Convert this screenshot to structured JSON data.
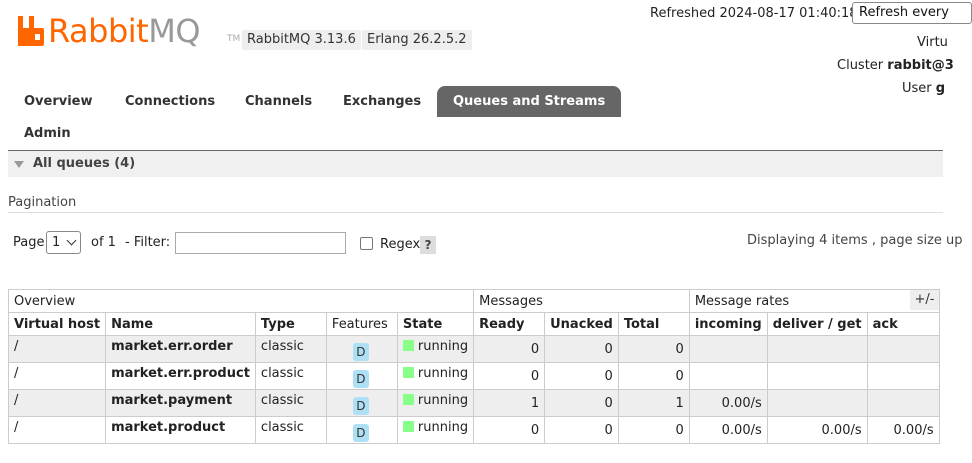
{
  "brand": {
    "name_part1": "Rabbit",
    "name_part2": "MQ",
    "tm": "TM",
    "color": "#ff6600"
  },
  "versions": {
    "rabbitmq": "RabbitMQ 3.13.6",
    "erlang": "Erlang 26.2.5.2"
  },
  "status": {
    "refreshed": "Refreshed 2024-08-17 01:40:18",
    "refresh_button": "Refresh every",
    "virtual_host_label": "Virtu",
    "cluster_label": "Cluster",
    "cluster_name": "rabbit@3",
    "user_label": "User",
    "user_name": "g"
  },
  "tabs": [
    "Overview",
    "Connections",
    "Channels",
    "Exchanges",
    "Queues and Streams",
    "Admin"
  ],
  "active_tab": "Queues and Streams",
  "section": {
    "title": "All queues (4)"
  },
  "pagination": {
    "label": "Pagination",
    "page_label": "Page",
    "page_value": "1",
    "of_label": "of 1",
    "filter_label": "- Filter:",
    "filter_value": "",
    "regex_label": "Regex",
    "help_label": "?",
    "displaying": "Displaying 4 items , page size up"
  },
  "table": {
    "groups": [
      "Overview",
      "Messages",
      "Message rates"
    ],
    "plus_minus": "+/-",
    "columns": [
      "Virtual host",
      "Name",
      "Type",
      "Features",
      "State",
      "Ready",
      "Unacked",
      "Total",
      "incoming",
      "deliver / get",
      "ack"
    ],
    "rows": [
      {
        "vhost": "/",
        "name": "market.err.order",
        "type": "classic",
        "feature": "D",
        "state": "running",
        "ready": "0",
        "unacked": "0",
        "total": "0",
        "incoming": "",
        "deliver": "",
        "ack": ""
      },
      {
        "vhost": "/",
        "name": "market.err.product",
        "type": "classic",
        "feature": "D",
        "state": "running",
        "ready": "0",
        "unacked": "0",
        "total": "0",
        "incoming": "",
        "deliver": "",
        "ack": ""
      },
      {
        "vhost": "/",
        "name": "market.payment",
        "type": "classic",
        "feature": "D",
        "state": "running",
        "ready": "1",
        "unacked": "0",
        "total": "1",
        "incoming": "0.00/s",
        "deliver": "",
        "ack": ""
      },
      {
        "vhost": "/",
        "name": "market.product",
        "type": "classic",
        "feature": "D",
        "state": "running",
        "ready": "0",
        "unacked": "0",
        "total": "0",
        "incoming": "0.00/s",
        "deliver": "0.00/s",
        "ack": "0.00/s"
      }
    ]
  }
}
